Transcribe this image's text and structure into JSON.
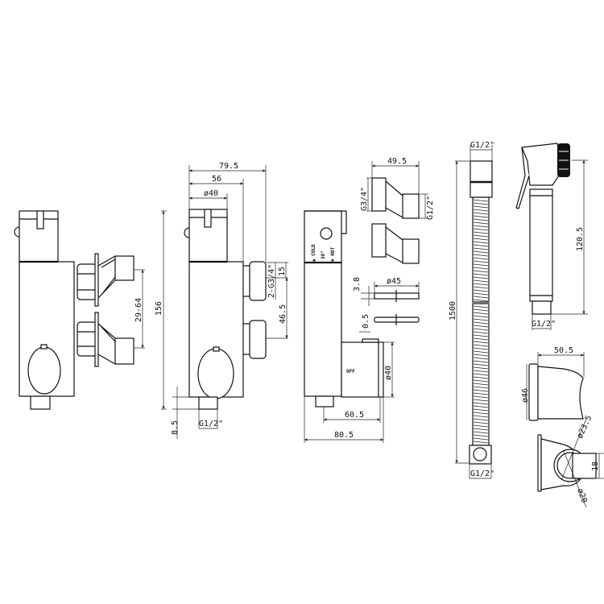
{
  "side_view": {
    "dims": {
      "height": "156",
      "inlet_spacing": "29-64"
    }
  },
  "front_view": {
    "dims": {
      "width_total": "79.5",
      "width_body": "56",
      "cap_diameter": "ø40",
      "height": "156",
      "inlet_offset": "15",
      "inlet_thread": "2-G3/4\"",
      "inlet_distance": "46.5",
      "outlet_projection": "8.5",
      "outlet_thread": "G1/2\""
    }
  },
  "valve_view": {
    "labels": {
      "cold": "▲ COLD",
      "temp": "38°",
      "hot": "▼ HOT",
      "off": "OFF"
    },
    "dims": {
      "knob_diameter": "ø40",
      "outlet_offset": "60.5",
      "depth": "80.5"
    }
  },
  "elbow": {
    "dims": {
      "length": "49.5",
      "inlet_thread": "G3/4\"",
      "outlet_thread": "G1/2\""
    }
  },
  "washer": {
    "dims": {
      "thickness": "3.8",
      "diameter": "ø45",
      "gasket": "0.5"
    }
  },
  "hose": {
    "dims": {
      "length": "1500",
      "top_thread": "G1/2\"",
      "bottom_thread": "G1/2\""
    }
  },
  "spray": {
    "dims": {
      "length": "120.5",
      "thread": "G1/2\""
    }
  },
  "holder": {
    "dims": {
      "width": "50.5",
      "base_diameter": "ø46",
      "ring_outer": "ø23.5",
      "ring_inner": "ø20",
      "arm": "18"
    }
  }
}
